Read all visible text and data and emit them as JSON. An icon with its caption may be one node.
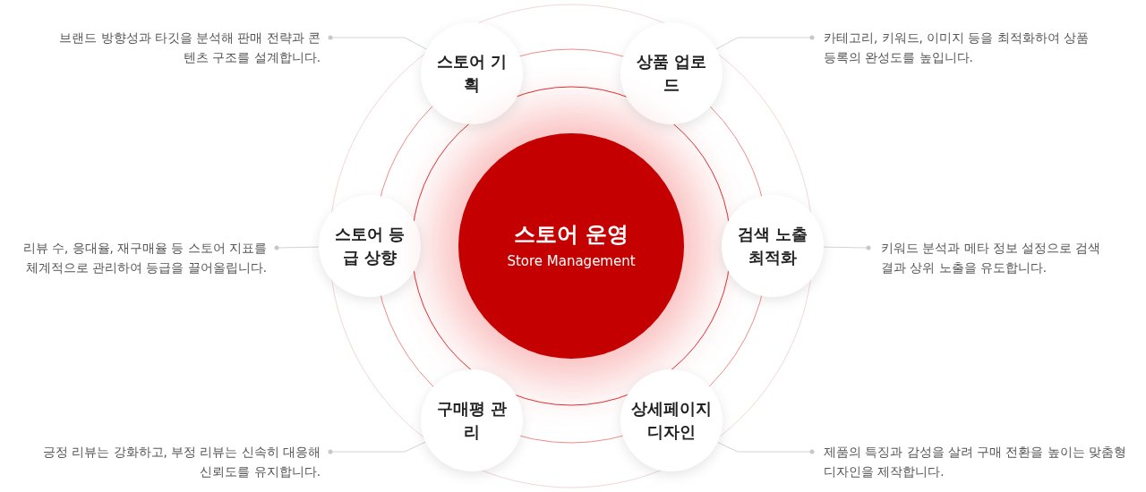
{
  "diagram": {
    "nodes": [
      {
        "text": [
          "브랜드 방향성과 타깃을 분석해 판매 전략과 콘텐츠 구조를 설계합니다."
        ]
      },
      {
        "text": [
          "스토어 기획"
        ]
      },
      {
        "text": [
          "상품 업로드"
        ]
      },
      {
        "text": [
          "카테고리, 키워드, 이미지 등을 최적화하여 상품 등록의 완성도를 높입니다."
        ]
      },
      {
        "text": [
          "리뷰 수, 응대율, 재구매율 등 스토어 지표를 체계적으로 관리하여 등급을 끌어올립니다."
        ]
      },
      {
        "text": [
          "스토어 등급 상향"
        ]
      },
      {
        "text": [
          "스토어 운영",
          "Store Management"
        ]
      },
      {
        "text": [
          "검색 노출 최적화"
        ]
      },
      {
        "text": [
          "키워드 분석과 메타 정보 설정으로 검색 결과 상위 노출을 유도합니다."
        ]
      },
      {
        "text": [
          "긍정 리뷰는 강화하고, 부정 리뷰는 신속히 대응해 신뢰도를 유지합니다."
        ]
      },
      {
        "text": [
          "구매평 관리"
        ]
      },
      {
        "text": [
          "상세페이지 디자인"
        ]
      },
      {
        "text": [
          "제품의 특징과 감성을 살려 구매 전환을 높이는 맞춤형 디자인을 제작합니다."
        ]
      }
    ],
    "edges": [
      {
        "from": 0,
        "to": 1,
        "arrow": "other"
      },
      {
        "from": 3,
        "to": 2,
        "arrow": "other"
      },
      {
        "from": 4,
        "to": 5,
        "arrow": "other"
      },
      {
        "from": 8,
        "to": 7,
        "arrow": "other"
      },
      {
        "from": 9,
        "to": 10,
        "arrow": "other"
      },
      {
        "from": 12,
        "to": 11,
        "arrow": "other"
      }
    ]
  }
}
